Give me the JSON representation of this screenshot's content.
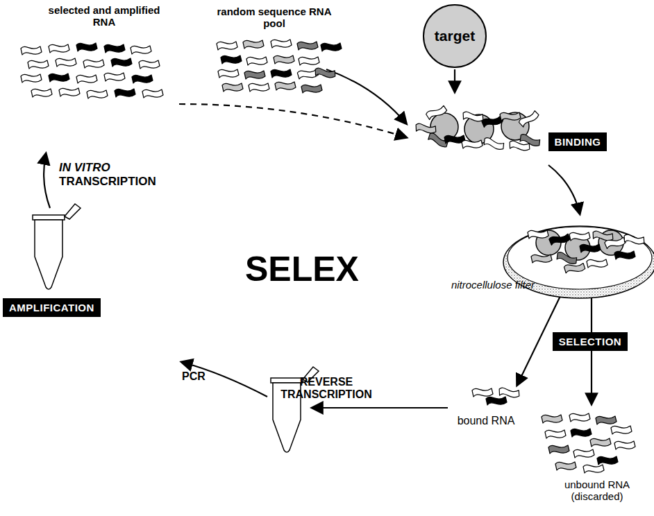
{
  "diagram": {
    "nodes": [
      {
        "text": [
          "target"
        ]
      },
      {
        "text": [
          "BINDING"
        ]
      },
      {
        "text": [
          "SELECTION"
        ]
      },
      {
        "text": [
          "AMPLIFICATION"
        ]
      }
    ],
    "labels": [
      "random sequence RNA pool",
      "selected and amplified RNA",
      "SELEX",
      "IN VITRO",
      "TRANSCRIPTION",
      "nitrocellulose filter",
      "REVERSE TRANSCRIPTION",
      "PCR",
      "bound RNA",
      "unbound RNA (discarded)"
    ]
  }
}
